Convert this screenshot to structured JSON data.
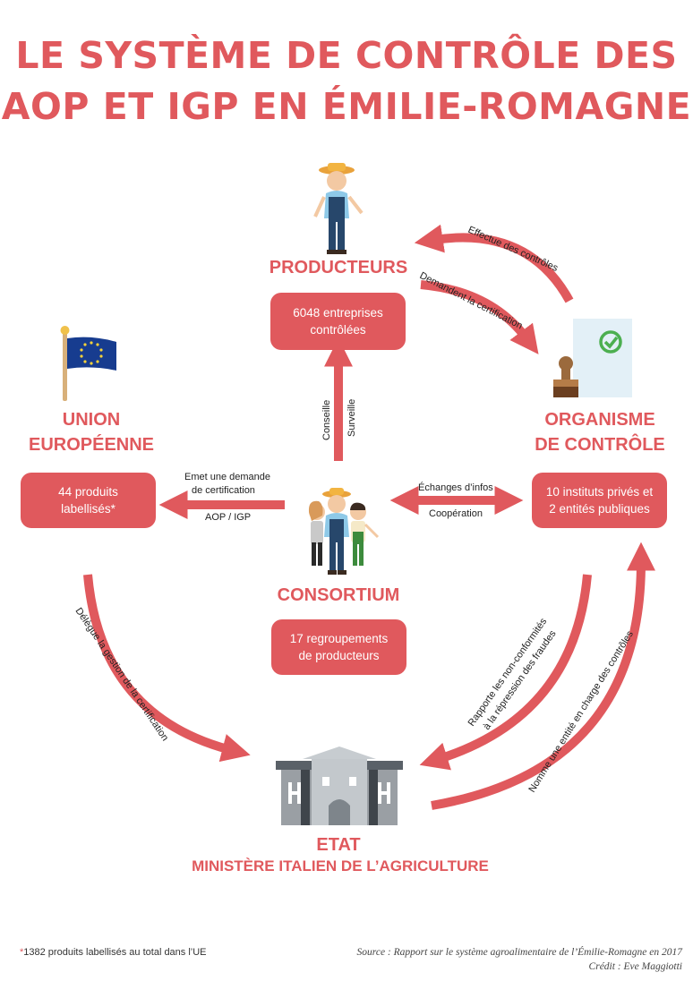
{
  "title": {
    "line1": "LE SYSTÈME DE CONTRÔLE DES",
    "line2": "AOP ET IGP EN ÉMILIE-ROMAGNE"
  },
  "colors": {
    "accent": "#e0595d",
    "text": "#222222",
    "building_gray": "#9a9fa4",
    "check_green": "#4caf50"
  },
  "entities": {
    "producteurs": {
      "name": "PRODUCTEURS",
      "box": [
        "6048 entreprises",
        "contrôlées"
      ]
    },
    "organisme": {
      "name_lines": [
        "ORGANISME",
        "DE CONTRÔLE"
      ],
      "box": [
        "10 instituts privés et",
        "2 entités publiques"
      ]
    },
    "union": {
      "name_lines": [
        "UNION",
        "EUROPÉENNE"
      ],
      "box": [
        "44 produits",
        "labellisés*"
      ]
    },
    "consortium": {
      "name": "CONSORTIUM",
      "box": [
        "17 regroupements",
        "de producteurs"
      ]
    },
    "etat": {
      "name": "ETAT",
      "subtitle": "MINISTÈRE ITALIEN DE L’AGRICULTURE"
    }
  },
  "relations": {
    "effectue_controles": "Effectue des contrôles",
    "demandent_certification": "Demandent la certification",
    "conseille": "Conseille",
    "surveille": "Surveille",
    "emet_demande_1": "Emet une demande",
    "emet_demande_2": "de certification",
    "aop_igp": "AOP / IGP",
    "echanges": "Échanges d’infos",
    "cooperation": "Coopération",
    "delegue": "Délègue la gestion de la certification",
    "rapporte_1": "Rapporte les non-conformités",
    "rapporte_2": "à la répression des fraudes",
    "nomme": "Nomme une entité en charge des contrôles"
  },
  "icons": [
    "farmer-icon",
    "eu-flag-icon",
    "certification-stamp-icon",
    "consortium-people-icon",
    "ministry-building-icon"
  ],
  "footnote": {
    "marker": "*",
    "text": "1382 produits labellisés au total dans l’UE"
  },
  "source": {
    "line1": "Source : Rapport sur le système agroalimentaire de l’Émilie-Romagne en 2017",
    "line2": "Crédit : Eve Maggiotti"
  }
}
